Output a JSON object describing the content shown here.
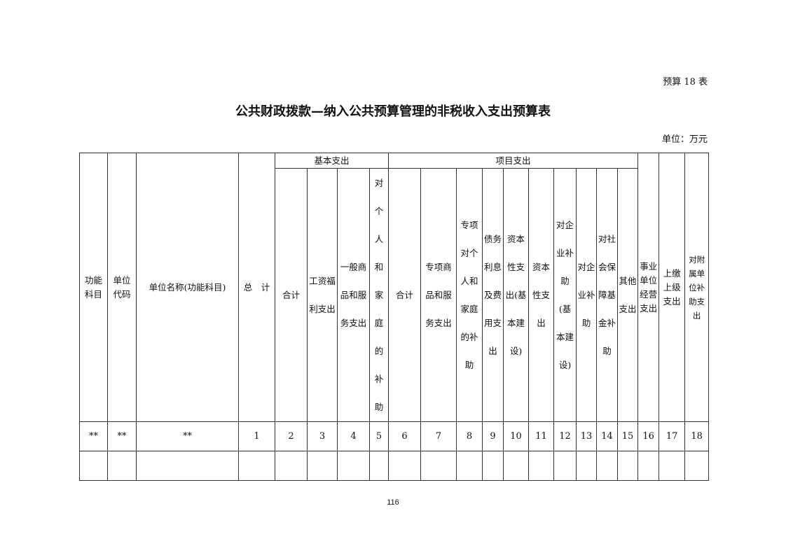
{
  "form_no": "预算 18 表",
  "title": "公共财政拨款—纳入公共预算管理的非税收入支出预算表",
  "unit": "单位：万元",
  "page_number": "116",
  "table": {
    "group_basic": "基本支出",
    "group_project": "项目支出",
    "col_function": "功能\n科目",
    "col_unit_code": "单位\n代码",
    "col_unit_name": "单位名称(功能科目)",
    "col_total": "总　计",
    "basic": [
      "合计",
      "工资福\n利支出",
      "一般商\n品和服\n务支出",
      "对\n个\n人\n和\n家\n庭\n的\n补\n助"
    ],
    "project": [
      "合计",
      "专项商\n品和服\n务支出",
      "专项\n对个\n人和\n家庭\n的补\n助",
      "债务\n利息\n及费\n用支\n出",
      "资本\n性支\n出(基\n本建\n设)",
      "资本\n性支\n出",
      "对企\n业补\n助\n(基\n本建\n设)",
      "对企\n业补\n助",
      "对社\n会保\n障基\n金补\n助",
      "其他\n支出"
    ],
    "col_business": "事业\n单位\n经营\n支出",
    "col_upper": "上缴\n上级\n支出",
    "col_subsidy": "对附\n属单\n位补\n助支\n出",
    "number_row": [
      "**",
      "**",
      "**",
      "1",
      "2",
      "3",
      "4",
      "5",
      "6",
      "7",
      "8",
      "9",
      "10",
      "11",
      "12",
      "13",
      "14",
      "15",
      "16",
      "17",
      "18"
    ]
  }
}
